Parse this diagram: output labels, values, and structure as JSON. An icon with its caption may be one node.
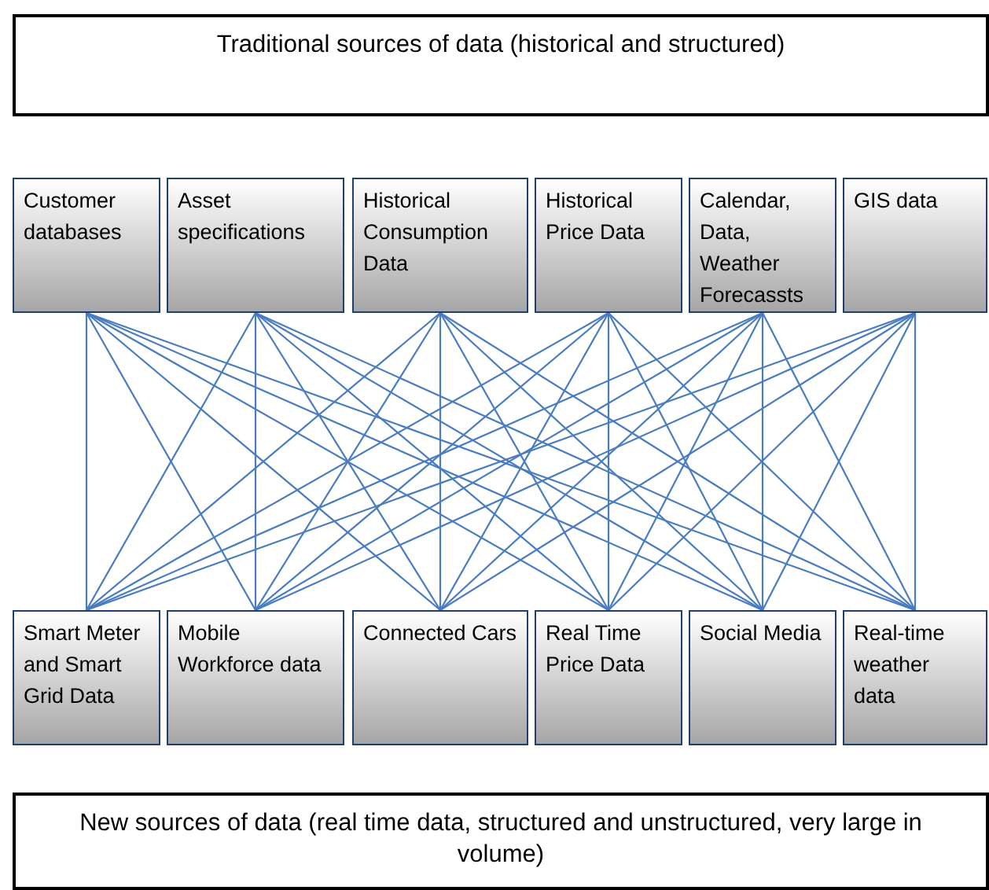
{
  "diagram": {
    "nodes": [
      {
        "text": [
          "Traditional sources of data (historical and structured)"
        ]
      },
      {
        "text": [
          "Customer databases"
        ]
      },
      {
        "text": [
          "Asset specifications"
        ]
      },
      {
        "text": [
          "Historical Consumption Data"
        ]
      },
      {
        "text": [
          "Historical Price Data"
        ]
      },
      {
        "text": [
          "Calendar, Data, Weather Forecassts"
        ]
      },
      {
        "text": [
          "GIS data"
        ]
      },
      {
        "text": [
          "Smart Meter and Smart Grid Data"
        ]
      },
      {
        "text": [
          "Mobile Workforce data"
        ]
      },
      {
        "text": [
          "Connected Cars"
        ]
      },
      {
        "text": [
          "Real Time Price Data"
        ]
      },
      {
        "text": [
          "Social Media"
        ]
      },
      {
        "text": [
          "Real-time weather data"
        ]
      },
      {
        "text": [
          "New sources of data (real time data, structured and unstructured, very large in volume)"
        ]
      }
    ],
    "edges": [
      {
        "from": 1,
        "to": 7,
        "arrow": "none"
      },
      {
        "from": 1,
        "to": 8,
        "arrow": "none"
      },
      {
        "from": 1,
        "to": 9,
        "arrow": "none"
      },
      {
        "from": 1,
        "to": 10,
        "arrow": "none"
      },
      {
        "from": 1,
        "to": 11,
        "arrow": "none"
      },
      {
        "from": 1,
        "to": 12,
        "arrow": "none"
      },
      {
        "from": 2,
        "to": 7,
        "arrow": "none"
      },
      {
        "from": 2,
        "to": 8,
        "arrow": "none"
      },
      {
        "from": 2,
        "to": 9,
        "arrow": "none"
      },
      {
        "from": 2,
        "to": 10,
        "arrow": "none"
      },
      {
        "from": 2,
        "to": 11,
        "arrow": "none"
      },
      {
        "from": 2,
        "to": 12,
        "arrow": "none"
      },
      {
        "from": 3,
        "to": 7,
        "arrow": "none"
      },
      {
        "from": 3,
        "to": 8,
        "arrow": "none"
      },
      {
        "from": 3,
        "to": 9,
        "arrow": "none"
      },
      {
        "from": 3,
        "to": 10,
        "arrow": "none"
      },
      {
        "from": 3,
        "to": 11,
        "arrow": "none"
      },
      {
        "from": 3,
        "to": 12,
        "arrow": "none"
      },
      {
        "from": 4,
        "to": 7,
        "arrow": "none"
      },
      {
        "from": 4,
        "to": 8,
        "arrow": "none"
      },
      {
        "from": 4,
        "to": 9,
        "arrow": "none"
      },
      {
        "from": 4,
        "to": 10,
        "arrow": "none"
      },
      {
        "from": 4,
        "to": 11,
        "arrow": "none"
      },
      {
        "from": 4,
        "to": 12,
        "arrow": "none"
      },
      {
        "from": 5,
        "to": 7,
        "arrow": "none"
      },
      {
        "from": 5,
        "to": 8,
        "arrow": "none"
      },
      {
        "from": 5,
        "to": 9,
        "arrow": "none"
      },
      {
        "from": 5,
        "to": 10,
        "arrow": "none"
      },
      {
        "from": 5,
        "to": 11,
        "arrow": "none"
      },
      {
        "from": 5,
        "to": 12,
        "arrow": "none"
      },
      {
        "from": 6,
        "to": 7,
        "arrow": "none"
      },
      {
        "from": 6,
        "to": 8,
        "arrow": "none"
      },
      {
        "from": 6,
        "to": 9,
        "arrow": "none"
      },
      {
        "from": 6,
        "to": 10,
        "arrow": "none"
      },
      {
        "from": 6,
        "to": 11,
        "arrow": "none"
      },
      {
        "from": 6,
        "to": 12,
        "arrow": "none"
      }
    ]
  }
}
